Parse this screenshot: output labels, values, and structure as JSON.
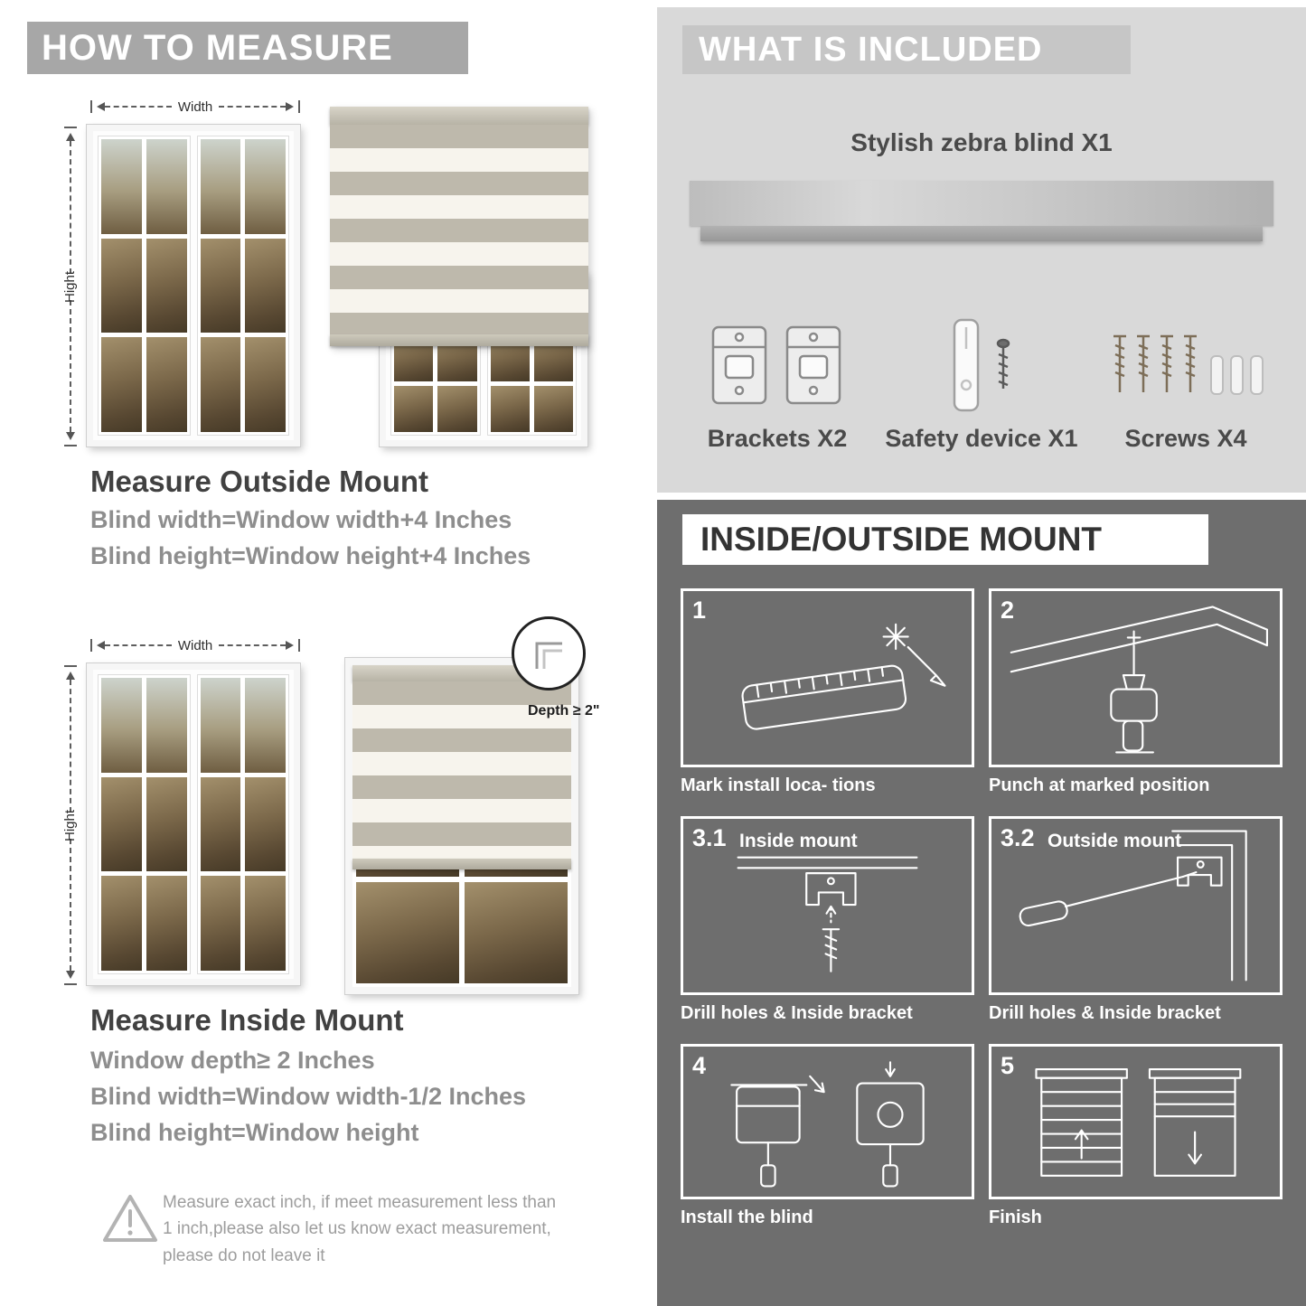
{
  "colors": {
    "left_banner": "#a7a7a7",
    "included_banner": "#c6c6c6",
    "light_panel_bg": "#d9d9d9",
    "dark_panel_bg": "#6e6e6e",
    "heading_text": "#414141",
    "body_text": "#8e8e8e"
  },
  "left": {
    "banner": "HOW TO MEASURE",
    "width_label": "Width",
    "height_label": "Hight",
    "outside": {
      "title": "Measure Outside Mount",
      "line1": "Blind width=Window width+4 Inches",
      "line2": "Blind height=Window height+4 Inches"
    },
    "inside": {
      "title": "Measure Inside Mount",
      "depth_label": "Depth ≥ 2\"",
      "line1": "Window depth≥ 2 Inches",
      "line2": "Blind width=Window width-1/2 Inches",
      "line3": "Blind height=Window height"
    },
    "note": "Measure exact inch, if meet measurement less than 1 inch,please also let us know exact measurement, please do not leave it"
  },
  "included": {
    "banner": "WHAT IS INCLUDED",
    "product": "Stylish zebra blind X1",
    "items": [
      {
        "label": "Brackets X2"
      },
      {
        "label": "Safety device X1"
      },
      {
        "label": "Screws X4"
      }
    ]
  },
  "mount": {
    "banner": "INSIDE/OUTSIDE MOUNT",
    "steps": [
      {
        "num": "1",
        "caption": "Mark install loca- tions"
      },
      {
        "num": "2",
        "caption": "Punch at  marked position"
      },
      {
        "num": "3.1",
        "title": "Inside mount",
        "caption": "Drill holes &  Inside bracket"
      },
      {
        "num": "3.2",
        "title": "Outside mount",
        "caption": "Drill holes &  Inside bracket"
      },
      {
        "num": "4",
        "caption": "Install the blind"
      },
      {
        "num": "5",
        "caption": "Finish"
      }
    ]
  }
}
